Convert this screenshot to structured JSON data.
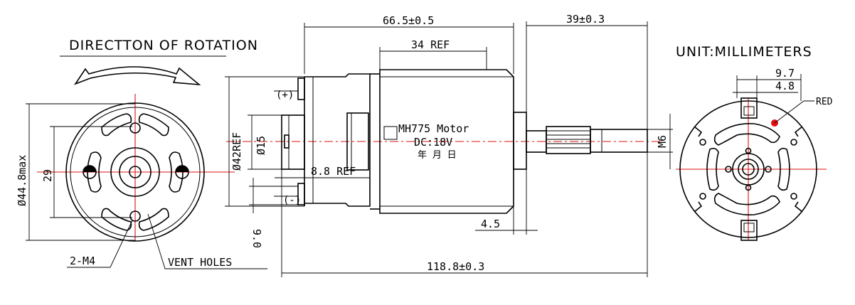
{
  "labels": {
    "rotation_title": "DIRECTTON OF ROTATION",
    "unit": "UNIT:MILLIMETERS",
    "red_label": "RED",
    "mounting_holes": "2-M4",
    "vent_holes": "VENT HOLES",
    "motor_model": "MH775 Motor",
    "motor_voltage": "DC:18V",
    "motor_date": "年 月 日",
    "terminal_positive": "(+)",
    "terminal_negative": "(-)"
  },
  "dimensions": {
    "body_length": "66.5±0.5",
    "shaft_length": "39±0.3",
    "can_length": "34 REF",
    "boss_length": "8.8 REF",
    "total_length": "118.8±0.3",
    "step_length": "4.5",
    "front_height": "Ø42REF",
    "boss_diameter": "Ø15",
    "shaft_diameter": "M6",
    "terminal_offset": "9.0",
    "outer_diameter": "Ø44.8max",
    "hole_spacing": "29",
    "red_offset_outer": "9.7",
    "red_offset_inner": "4.8"
  },
  "colors": {
    "line": "#000000",
    "center_line": "#e01010",
    "red_marker": "#e01010"
  }
}
